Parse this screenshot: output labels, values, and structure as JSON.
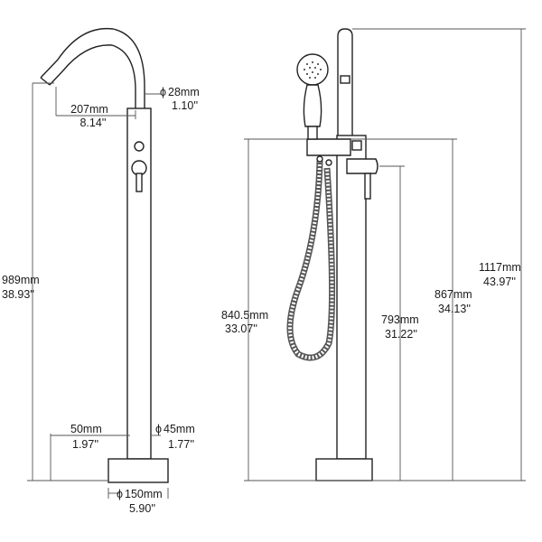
{
  "diagram": {
    "colors": {
      "line": "#3a3a3a",
      "text": "#1a1a1a",
      "background": "#ffffff"
    },
    "front_view": {
      "spout_reach": {
        "mm": "207mm",
        "in": "8.14''"
      },
      "spout_diameter": {
        "mm": "28mm",
        "in": "1.10''",
        "symbol": "ϕ"
      },
      "total_height": {
        "mm": "989mm",
        "in": "38.93''"
      },
      "base_offset": {
        "mm": "50mm",
        "in": "1.97''"
      },
      "column_diameter": {
        "mm": "45mm",
        "in": "1.77''",
        "symbol": "ϕ"
      },
      "base_diameter": {
        "mm": "150mm",
        "in": "5.90''",
        "symbol": "ϕ"
      }
    },
    "side_view": {
      "hose_holder_height": {
        "mm": "840.5mm",
        "in": "33.07''"
      },
      "handle_height": {
        "mm": "793mm",
        "in": "31.22''"
      },
      "valve_height": {
        "mm": "867mm",
        "in": "34.13''"
      },
      "overall_height": {
        "mm": "1117mm",
        "in": "43.97''"
      }
    }
  }
}
